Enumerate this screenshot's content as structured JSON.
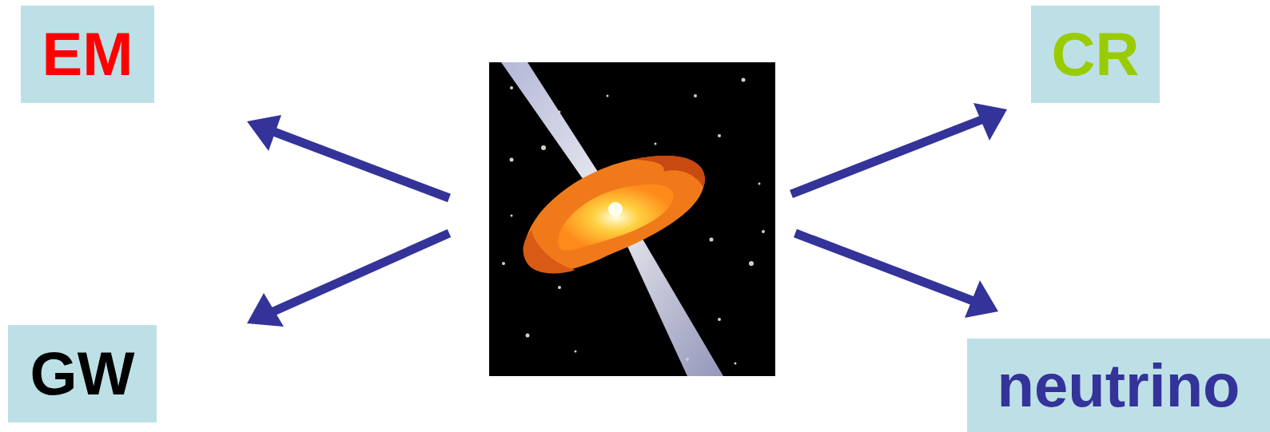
{
  "diagram": {
    "nodes": [
      {
        "text": [
          "EM"
        ]
      },
      {
        "text": [
          "GW"
        ]
      },
      {
        "text": [
          "CR"
        ]
      },
      {
        "text": [
          "neutrino"
        ]
      }
    ]
  }
}
